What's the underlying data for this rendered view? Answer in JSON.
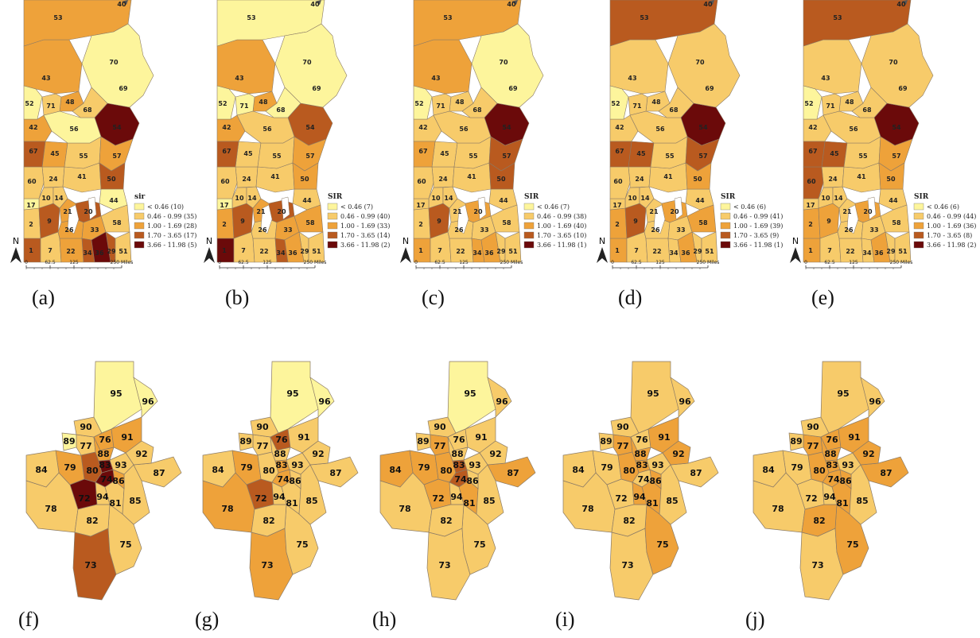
{
  "colors": {
    "c0": "#fdf59c",
    "c1": "#f7cb6a",
    "c2": "#eea23a",
    "c3": "#b95a1f",
    "c4": "#6b0a0a",
    "stroke": "#8a7a66",
    "land_outline": "#555555"
  },
  "scale_labels": [
    "0",
    "62.5",
    "125",
    "250 Miles"
  ],
  "north_label": "N",
  "manitoba_panels": [
    {
      "caption": "(a)",
      "legend_title": "sir",
      "legend": [
        {
          "label": "< 0.46 (10)"
        },
        {
          "label": "0.46 - 0.99 (35)"
        },
        {
          "label": "1.00 - 1.69 (28)"
        },
        {
          "label": "1.70 - 3.65 (17)"
        },
        {
          "label": "3.66 - 11.98 (5)"
        }
      ],
      "region_classes": {
        "53": 2,
        "43": 2,
        "70": 0,
        "69": 0,
        "52": 0,
        "71": 1,
        "48": 2,
        "68": 1,
        "54": 4,
        "42": 2,
        "56": 0,
        "67": 3,
        "45": 2,
        "55": 1,
        "57": 2,
        "60": 1,
        "24": 1,
        "41": 1,
        "50": 3,
        "17": 0,
        "10": 1,
        "14": 1,
        "44": 0,
        "2": 1,
        "9": 3,
        "21": 2,
        "20": 3,
        "1": 3,
        "7": 1,
        "26": 2,
        "58": 1,
        "51": 1,
        "33": 2,
        "34": 3,
        "36": 4,
        "29": 3,
        "22": 2
      }
    },
    {
      "caption": "(b)",
      "legend_title": "SIR",
      "legend": [
        {
          "label": "< 0.46 (7)"
        },
        {
          "label": "0.46 - 0.99 (40)"
        },
        {
          "label": "1.00 - 1.69 (33)"
        },
        {
          "label": "1.70 - 3.65 (14)"
        },
        {
          "label": "3.66 - 11.98 (2)"
        }
      ],
      "region_classes": {
        "53": 0,
        "43": 2,
        "70": 0,
        "69": 0,
        "52": 0,
        "71": 0,
        "48": 2,
        "68": 0,
        "54": 3,
        "42": 2,
        "56": 1,
        "67": 3,
        "45": 1,
        "55": 1,
        "57": 2,
        "60": 1,
        "24": 1,
        "41": 1,
        "50": 2,
        "17": 0,
        "10": 1,
        "14": 1,
        "44": 1,
        "2": 2,
        "9": 3,
        "21": 2,
        "20": 3,
        "1": 4,
        "7": 1,
        "26": 1,
        "58": 2,
        "51": 1,
        "33": 2,
        "34": 3,
        "36": 2,
        "29": 1,
        "22": 1
      }
    },
    {
      "caption": "(c)",
      "legend_title": "SIR",
      "legend": [
        {
          "label": "< 0.46 (7)"
        },
        {
          "label": "0.46 - 0.99 (38)"
        },
        {
          "label": "1.00 - 1.69 (40)"
        },
        {
          "label": "1.70 - 3.65 (10)"
        },
        {
          "label": "3.66 - 11.98 (1)"
        }
      ],
      "region_classes": {
        "53": 2,
        "43": 2,
        "70": 0,
        "69": 0,
        "52": 0,
        "71": 1,
        "48": 1,
        "68": 1,
        "54": 4,
        "42": 1,
        "56": 1,
        "67": 2,
        "45": 1,
        "55": 1,
        "57": 3,
        "60": 1,
        "24": 1,
        "41": 1,
        "50": 3,
        "17": 1,
        "10": 1,
        "14": 1,
        "44": 1,
        "2": 1,
        "9": 3,
        "21": 1,
        "20": 2,
        "1": 2,
        "7": 1,
        "26": 1,
        "58": 1,
        "51": 1,
        "33": 1,
        "34": 2,
        "36": 2,
        "29": 1,
        "22": 1
      }
    },
    {
      "caption": "(d)",
      "legend_title": "SIR",
      "legend": [
        {
          "label": "< 0.46 (6)"
        },
        {
          "label": "0.46 - 0.99 (41)"
        },
        {
          "label": "1.00 - 1.69 (39)"
        },
        {
          "label": "1.70 - 3.65 (9)"
        },
        {
          "label": "3.66 - 11.98 (1)"
        }
      ],
      "region_classes": {
        "53": 3,
        "43": 1,
        "70": 1,
        "69": 0,
        "52": 0,
        "71": 1,
        "48": 1,
        "68": 1,
        "54": 4,
        "42": 1,
        "56": 1,
        "67": 3,
        "45": 3,
        "55": 1,
        "57": 3,
        "60": 1,
        "24": 1,
        "41": 1,
        "50": 2,
        "17": 1,
        "10": 1,
        "14": 1,
        "44": 1,
        "2": 2,
        "9": 3,
        "21": 1,
        "20": 2,
        "1": 2,
        "7": 1,
        "26": 1,
        "58": 2,
        "51": 1,
        "33": 1,
        "34": 1,
        "36": 2,
        "29": 1,
        "22": 1
      }
    },
    {
      "caption": "(e)",
      "legend_title": "SIR",
      "legend": [
        {
          "label": "< 0.46 (6)"
        },
        {
          "label": "0.46 - 0.99 (44)"
        },
        {
          "label": "1.00 - 1.69 (36)"
        },
        {
          "label": "1.70 - 3.65 (8)"
        },
        {
          "label": "3.66 - 11.98 (2)"
        }
      ],
      "region_classes": {
        "53": 3,
        "43": 1,
        "70": 1,
        "69": 0,
        "52": 0,
        "71": 1,
        "48": 1,
        "68": 1,
        "54": 4,
        "42": 1,
        "56": 1,
        "67": 3,
        "45": 3,
        "55": 1,
        "57": 2,
        "60": 3,
        "24": 1,
        "41": 1,
        "50": 2,
        "17": 1,
        "10": 1,
        "14": 1,
        "44": 1,
        "2": 2,
        "9": 2,
        "21": 1,
        "20": 2,
        "1": 2,
        "7": 1,
        "26": 1,
        "58": 1,
        "51": 1,
        "33": 1,
        "34": 1,
        "36": 2,
        "29": 1,
        "22": 1
      }
    }
  ],
  "winnipeg_panels": [
    {
      "caption": "(f)",
      "region_classes": {
        "95": 0,
        "96": 0,
        "90": 1,
        "89": 0,
        "76": 2,
        "91": 2,
        "88": 2,
        "77": 1,
        "83": 4,
        "92": 1,
        "84": 1,
        "79": 2,
        "80": 3,
        "74": 4,
        "86": 2,
        "93": 1,
        "87": 1,
        "72": 4,
        "94": 1,
        "81": 1,
        "85": 1,
        "78": 1,
        "82": 1,
        "73": 3,
        "75": 1
      }
    },
    {
      "caption": "(g)",
      "region_classes": {
        "95": 0,
        "96": 0,
        "90": 1,
        "89": 1,
        "76": 3,
        "91": 1,
        "88": 1,
        "77": 1,
        "83": 2,
        "92": 1,
        "84": 1,
        "79": 2,
        "80": 1,
        "74": 2,
        "86": 1,
        "93": 1,
        "87": 1,
        "72": 3,
        "94": 1,
        "81": 1,
        "85": 1,
        "78": 2,
        "82": 1,
        "73": 2,
        "75": 1
      }
    },
    {
      "caption": "(h)",
      "region_classes": {
        "95": 0,
        "96": 1,
        "90": 1,
        "89": 1,
        "76": 1,
        "91": 1,
        "88": 1,
        "77": 2,
        "83": 3,
        "92": 1,
        "84": 2,
        "79": 2,
        "80": 2,
        "74": 3,
        "86": 1,
        "93": 1,
        "87": 2,
        "72": 2,
        "94": 1,
        "81": 2,
        "85": 1,
        "78": 1,
        "82": 1,
        "73": 1,
        "75": 1
      }
    },
    {
      "caption": "(i)",
      "region_classes": {
        "95": 1,
        "96": 1,
        "90": 1,
        "89": 1,
        "76": 1,
        "91": 2,
        "88": 2,
        "77": 2,
        "83": 2,
        "92": 2,
        "84": 1,
        "79": 1,
        "80": 2,
        "74": 1,
        "86": 2,
        "93": 1,
        "87": 1,
        "72": 1,
        "94": 2,
        "81": 2,
        "85": 1,
        "78": 1,
        "82": 1,
        "73": 1,
        "75": 2
      }
    },
    {
      "caption": "(j)",
      "region_classes": {
        "95": 1,
        "96": 1,
        "90": 1,
        "89": 1,
        "76": 2,
        "91": 2,
        "88": 2,
        "77": 2,
        "83": 2,
        "92": 2,
        "84": 1,
        "79": 1,
        "80": 2,
        "74": 2,
        "86": 2,
        "93": 1,
        "87": 2,
        "72": 1,
        "94": 1,
        "81": 2,
        "85": 1,
        "78": 1,
        "82": 2,
        "73": 1,
        "75": 2
      }
    }
  ]
}
